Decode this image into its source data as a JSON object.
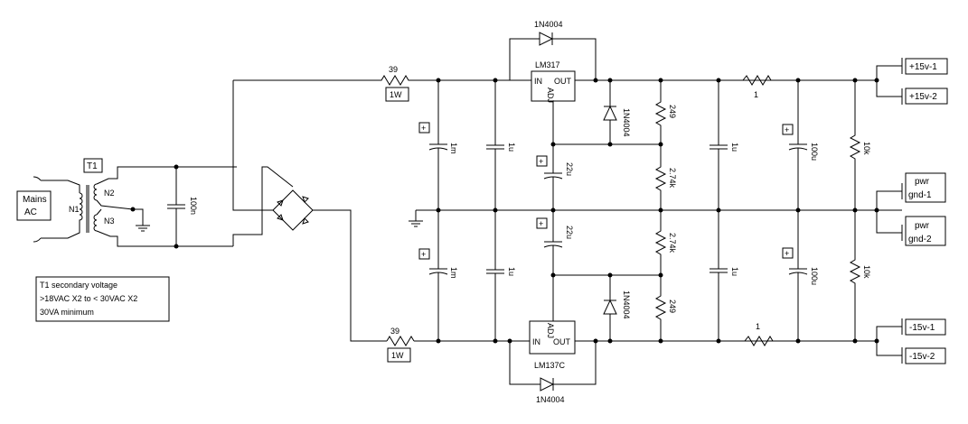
{
  "transformer": {
    "ref": "T1",
    "primary": "N1",
    "secondary_top": "N2",
    "secondary_bottom": "N3",
    "source_line1": "Mains",
    "source_line2": "AC"
  },
  "note": {
    "line1": "T1 secondary voltage",
    "line2": ">18VAC X2  to < 30VAC X2",
    "line3": "30VA minimum"
  },
  "components": {
    "input_cap": "100n",
    "r_top": "39",
    "r_top_power": "1W",
    "r_bot": "39",
    "r_bot_power": "1W",
    "c_bulk_top": "1m",
    "c_bulk_bot": "1m",
    "c_dec_top": "1u",
    "c_dec_bot": "1u",
    "reg_top": "LM317",
    "reg_bot": "LM137C",
    "pin_in": "IN",
    "pin_out": "OUT",
    "pin_adj": "ADJ",
    "diode_top_bypass": "1N4004",
    "diode_bot_bypass": "1N4004",
    "diode_top_prot": "1N4004",
    "diode_bot_prot": "1N4004",
    "r_set_top": "249",
    "r_set_bot": "249",
    "r_adj_top": "2.74k",
    "r_adj_bot": "2.74k",
    "c_adj_top": "22u",
    "c_adj_bot": "22u",
    "c_out_dec_top": "1u",
    "c_out_dec_bot": "1u",
    "r_out_top": "1",
    "r_out_bot": "1",
    "c_out_top": "100u",
    "c_out_bot": "100u",
    "r_load_top": "10k",
    "r_load_bot": "10k",
    "polarity": "+"
  },
  "outputs": {
    "pos1": "+15v-1",
    "pos2": "+15v-2",
    "gnd1_a": "pwr",
    "gnd1_b": "gnd-1",
    "gnd2_a": "pwr",
    "gnd2_b": "gnd-2",
    "neg1": "-15v-1",
    "neg2": "-15v-2"
  }
}
